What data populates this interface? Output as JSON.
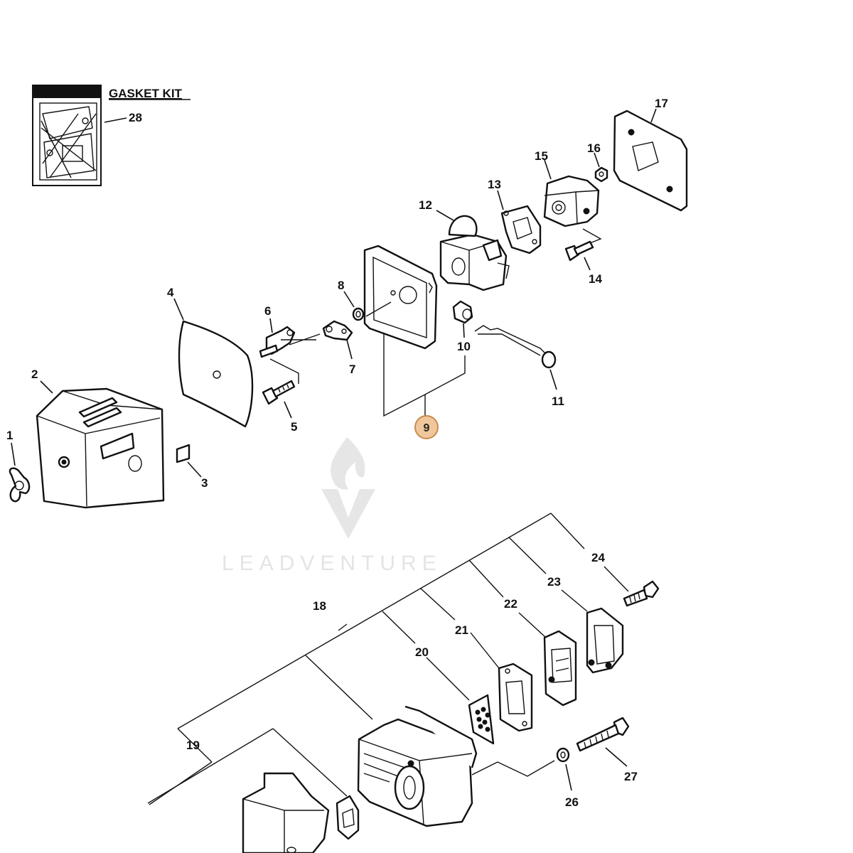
{
  "kit": {
    "title": "GASKET KIT",
    "callout": "28"
  },
  "watermark": {
    "text": "LEADVENTURE"
  },
  "highlight": {
    "label": "9",
    "fill": "#f0c79a",
    "stroke": "#c98a4e"
  },
  "callouts": {
    "c1": "1",
    "c2": "2",
    "c3": "3",
    "c4": "4",
    "c5": "5",
    "c6": "6",
    "c7": "7",
    "c8": "8",
    "c10": "10",
    "c11": "11",
    "c12": "12",
    "c13": "13",
    "c14": "14",
    "c15": "15",
    "c16": "16",
    "c17": "17",
    "c18": "18",
    "c19": "19",
    "c20": "20",
    "c21": "21",
    "c22": "22",
    "c23": "23",
    "c24": "24",
    "c26": "26",
    "c27": "27"
  }
}
